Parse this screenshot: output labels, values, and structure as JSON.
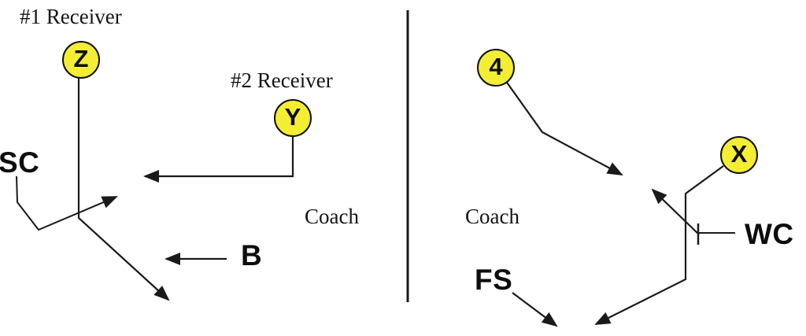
{
  "colors": {
    "player_circle_fill": "#F3EE33",
    "player_circle_border": "#111111",
    "line_color": "#1A1A1A",
    "text_color": "#151515",
    "background": "#FFFFFF"
  },
  "left_panel": {
    "receiver1_caption": "#1 Receiver",
    "receiver2_caption": "#2 Receiver",
    "coach_caption": "Coach",
    "players": {
      "z": "Z",
      "y": "Y"
    },
    "defenders": {
      "sc": "SC",
      "b": "B"
    }
  },
  "right_panel": {
    "coach_caption": "Coach",
    "players": {
      "four": "4",
      "x": "X"
    },
    "defenders": {
      "wc": "WC",
      "fs": "FS"
    }
  }
}
